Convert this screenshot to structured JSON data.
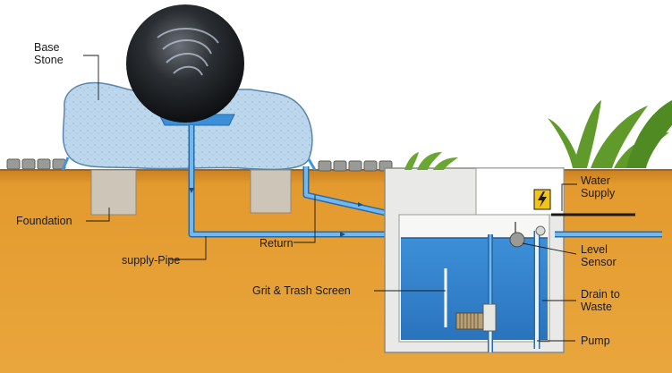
{
  "labels": {
    "base_stone": "Base\nStone",
    "foundation": "Foundation",
    "supply_pipe": "supply-Pipe",
    "return": "Return",
    "grit_screen": "Grit & Trash Screen",
    "water_supply": "Water\nSupply",
    "level_sensor": "Level\nSensor",
    "drain_to_waste": "Drain to\nWaste",
    "pump": "Pump"
  },
  "icons": {
    "electrical": "lightning-bolt-warning-icon"
  },
  "colors": {
    "soil": "#e39a2e",
    "soil_dark": "#c97a1c",
    "sky": "#ffffff",
    "stone": "#b9d3ea",
    "sphere": "#2b2f33",
    "water": "#2f86d4",
    "pipe": "#4aa3e8",
    "concrete": "#ececec",
    "footing": "#cfc7b8",
    "grass": "#5f9a2a"
  }
}
